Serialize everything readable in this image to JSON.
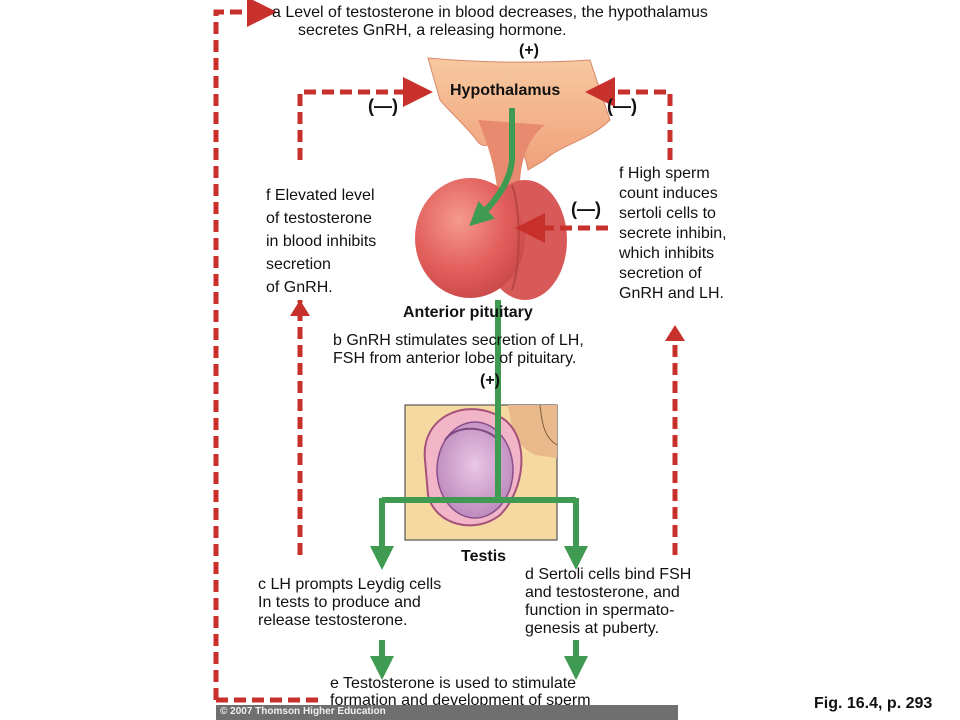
{
  "labels": {
    "hypothalamus": "Hypothalamus",
    "anterior_pituitary": "Anterior pituitary",
    "testis": "Testis"
  },
  "signs": {
    "plus_top": "(+)",
    "plus_mid": "(+)",
    "minus_left": "(—)",
    "minus_right": "(—)",
    "minus_inhibin": "(—)"
  },
  "steps": {
    "a": [
      "a  Level of testosterone in blood decreases, the hypothalamus",
      "secretes GnRH, a releasing hormone."
    ],
    "b": [
      "b  GnRH stimulates secretion of LH,",
      "FSH from anterior lobe of pituitary."
    ],
    "c": [
      "c  LH prompts Leydig cells",
      "In tests to produce and",
      "release testosterone."
    ],
    "d": [
      "d  Sertoli cells bind FSH",
      "and testosterone, and",
      "function in spermato-",
      "genesis at puberty."
    ],
    "e": [
      "e  Testosterone is used to stimulate",
      "formation and development of sperm"
    ],
    "f_left": [
      "f  Elevated level",
      "of testosterone",
      "in blood inhibits",
      "secretion",
      "of GnRH."
    ],
    "f_right": [
      "f  High sperm",
      "count induces",
      "sertoli cells to",
      "secrete inhibin,",
      "which inhibits",
      "secretion of",
      "GnRH and LH."
    ]
  },
  "figure_ref": "Fig. 16.4, p. 293",
  "copyright": "© 2007 Thomson Higher Education",
  "colors": {
    "feedback_arrow": "#c8302c",
    "stimulate_arrow": "#3f9a52",
    "tissue": "#e46463",
    "tissue_light": "#f3b189",
    "testis_bg": "#f6d9a0"
  }
}
